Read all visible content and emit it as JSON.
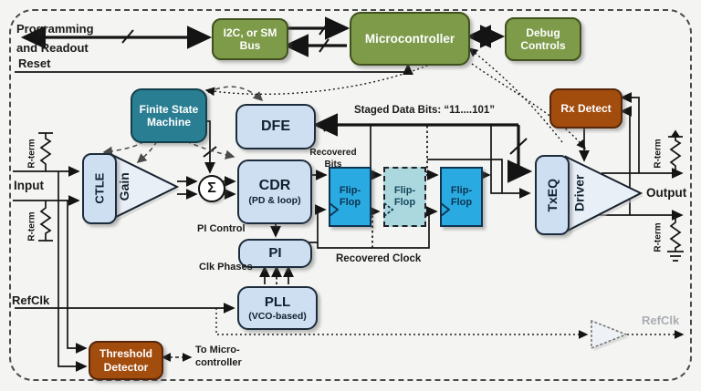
{
  "palette": {
    "background": "#f4f4f2",
    "green": "#7d9b49",
    "teal": "#2a7e92",
    "brown": "#a24c0e",
    "light_blue": "#cddff1",
    "flipflop_cyan": "#29abe2",
    "flipflop_muted": "#abd7de",
    "wire": "#141414",
    "muted_text": "#a9adb3"
  },
  "blocks": {
    "i2c": {
      "line1": "I2C, or SM",
      "line2": "Bus"
    },
    "microcontroller": {
      "label": "Microcontroller"
    },
    "debug": {
      "line1": "Debug",
      "line2": "Controls"
    },
    "fsm": {
      "line1": "Finite State",
      "line2": "Machine"
    },
    "dfe": {
      "label": "DFE"
    },
    "rx_detect": {
      "label": "Rx Detect"
    },
    "ctle": {
      "label": "CTLE"
    },
    "gain": {
      "label": "Gain"
    },
    "summer": {
      "label": "Σ"
    },
    "cdr": {
      "line1": "CDR",
      "line2": "(PD & loop)"
    },
    "ff1": {
      "line1": "Flip-",
      "line2": "Flop"
    },
    "ff2": {
      "line1": "Flip-",
      "line2": "Flop"
    },
    "ff3": {
      "line1": "Flip-",
      "line2": "Flop"
    },
    "pi": {
      "label": "PI"
    },
    "pll": {
      "line1": "PLL",
      "line2": "(VCO-based)"
    },
    "txeq": {
      "label": "TxEQ"
    },
    "driver": {
      "label": "Driver"
    },
    "threshold": {
      "line1": "Threshold",
      "line2": "Detector"
    }
  },
  "labels": {
    "programming1": "Programming",
    "programming2": "and Readout",
    "reset": "Reset",
    "input": "Input",
    "output": "Output",
    "refclk_in": "RefClk",
    "refclk_out": "RefClk",
    "staged_bits": "Staged Data Bits: “11....101”",
    "recovered_bits1": "Recovered",
    "recovered_bits2": "Bits",
    "recovered_clock": "Recovered Clock",
    "pi_control": "PI Control",
    "clk_phases": "Clk Phases",
    "to_micro1": "To Micro-",
    "to_micro2": "controller",
    "r_term": "R-term"
  }
}
